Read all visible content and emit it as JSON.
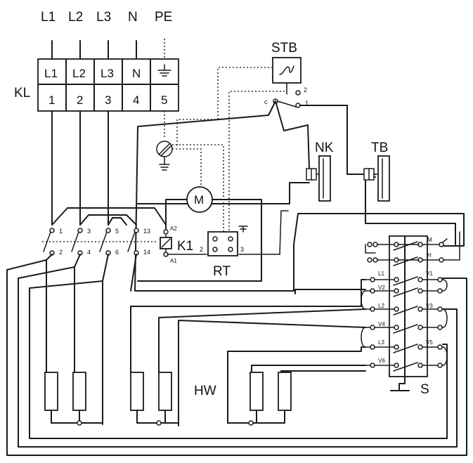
{
  "supply": {
    "l1": "L1",
    "l2": "L2",
    "l3": "L3",
    "n": "N",
    "pe": "PE"
  },
  "terminal_block": {
    "label": "KL",
    "top": [
      "L1",
      "L2",
      "L3",
      "N"
    ],
    "bottom": [
      "1",
      "2",
      "3",
      "4",
      "5"
    ]
  },
  "stb": {
    "label": "STB",
    "c": "c",
    "p1": "1",
    "p2": "2"
  },
  "nk": {
    "label": "NK"
  },
  "tb": {
    "label": "TB"
  },
  "motor": {
    "label": "M"
  },
  "contactor": {
    "label": "K1",
    "a1": "A1",
    "a2": "A2",
    "top": [
      "1",
      "3",
      "5",
      "13"
    ],
    "bottom": [
      "2",
      "4",
      "6",
      "14"
    ]
  },
  "rt": {
    "label": "RT",
    "p2": "2",
    "p3": "3"
  },
  "heater": {
    "label": "HW"
  },
  "switch": {
    "label": "S",
    "left": [
      "L1",
      "V2",
      "L2",
      "V4",
      "L3",
      "V6"
    ],
    "right": [
      "M",
      "H",
      "V1",
      "V3",
      "V5"
    ]
  },
  "colors": {
    "line": "#1a1a1a",
    "background": "#ffffff"
  }
}
